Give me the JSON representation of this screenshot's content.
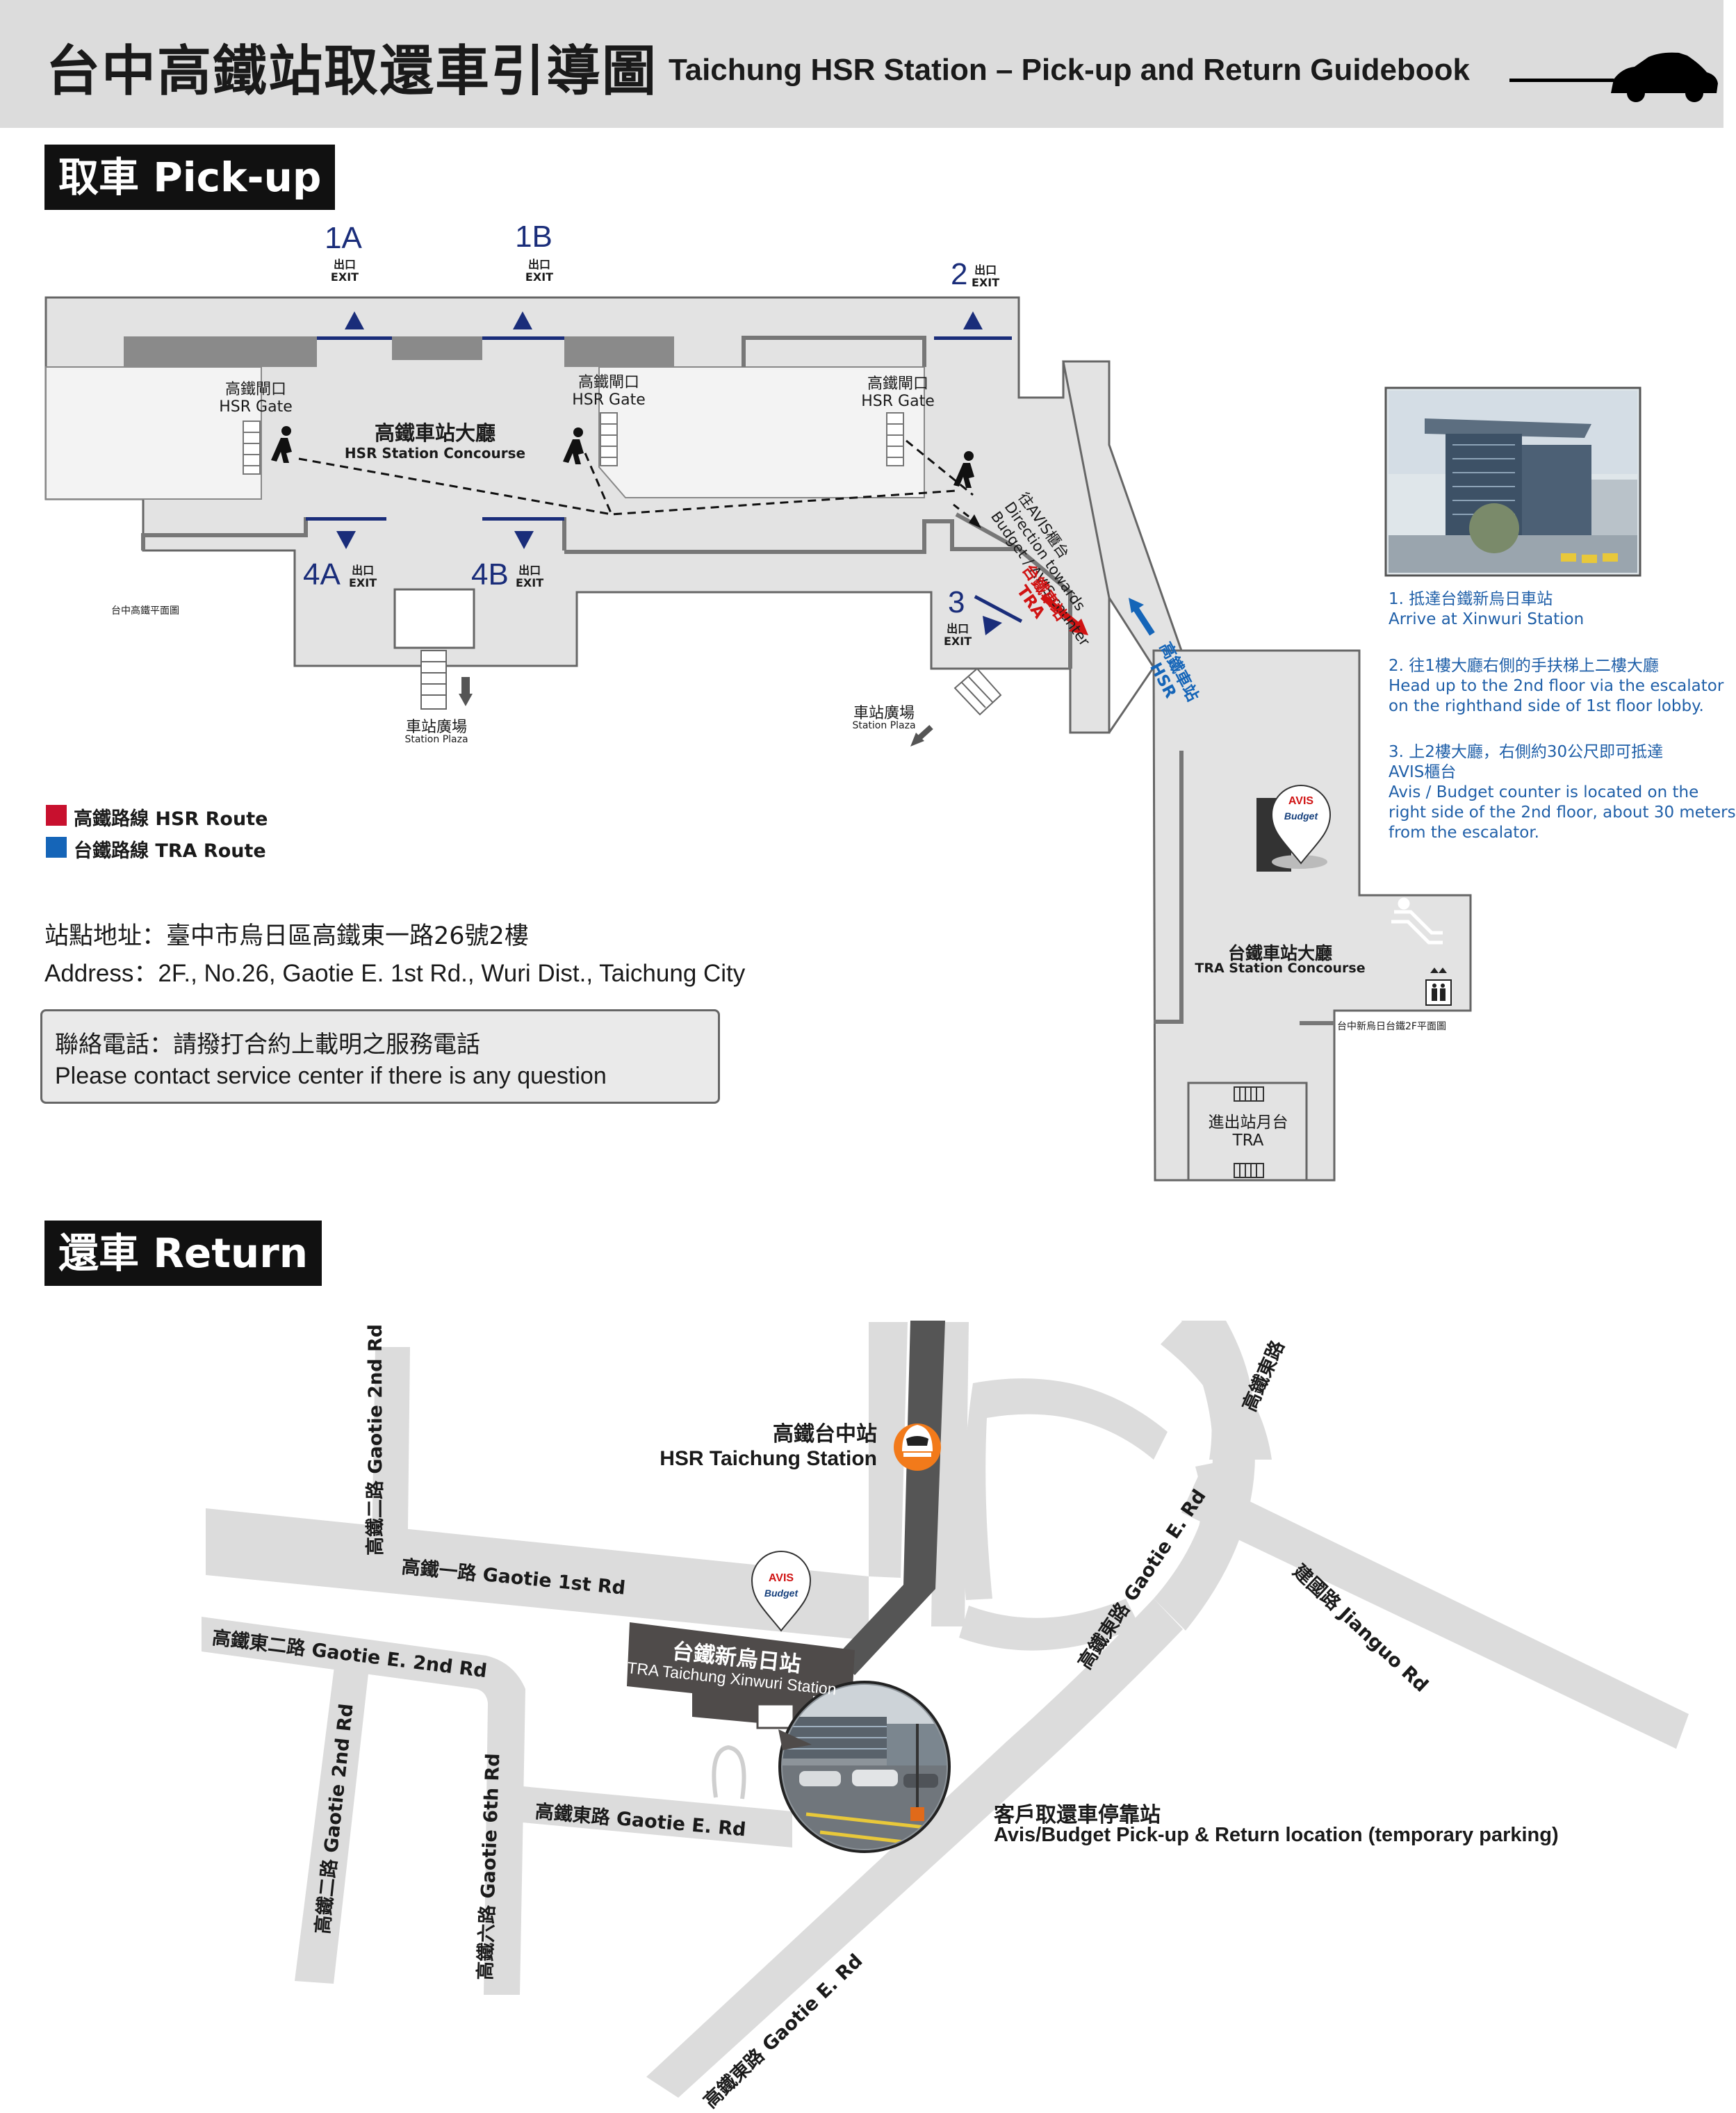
{
  "header": {
    "title_zh": "台中高鐵站取還車引導圖",
    "title_en": "Taichung HSR Station – Pick-up and Return Guidebook",
    "car_icon": "car-icon"
  },
  "pickup": {
    "label": "取車 Pick-up",
    "exits": {
      "e1a": "1A",
      "e1b": "1B",
      "e2": "2",
      "e3": "3",
      "e4a": "4A",
      "e4b": "4B",
      "exit_zh": "出口",
      "exit_en": "EXIT"
    },
    "gate_zh": "高鐵閘口",
    "gate_en": "HSR Gate",
    "concourse_zh": "高鐵車站大廳",
    "concourse_en": "HSR Station Concourse",
    "hsr_floorplan": "台中高鐵平面圖",
    "plaza_zh": "車站廣場",
    "plaza_en": "Station Plaza",
    "direction_zh": "往AVIS櫃台",
    "direction_en1": "Direction towards",
    "direction_en2": "Budget / AVIS counter",
    "tra_station_zh": "台鐵車站",
    "tra_station_en": "TRA",
    "hsr_arrow_zh": "高鐵車站",
    "hsr_arrow_en": "HSR",
    "tra_concourse_zh": "台鐵車站大廳",
    "tra_concourse_en": "TRA Station Concourse",
    "tra_floorplan": "台中新烏日台鐵2F平面圖",
    "platform_zh": "進出站月台",
    "platform_en": "TRA",
    "brand_avis": "AVIS",
    "brand_budget": "Budget",
    "steps": [
      {
        "zh": "1. 抵達台鐵新烏日車站",
        "en": "Arrive at Xinwuri Station"
      },
      {
        "zh": "2. 往1樓大廳右側的手扶梯上二樓大廳",
        "en1": "Head up to the 2nd floor via the escalator",
        "en2": "on the righthand side of 1st floor lobby."
      },
      {
        "zh1": "3. 上2樓大廳，右側約30公尺即可抵達",
        "zh2": "AVIS櫃台",
        "en1": "Avis / Budget counter is located on the",
        "en2": "right side of the 2nd floor, about 30 meters",
        "en3": "from the escalator."
      }
    ],
    "legend": [
      {
        "label": "高鐵路線 HSR Route",
        "color": "#c8102e"
      },
      {
        "label": "台鐵路線 TRA Route",
        "color": "#1565b8"
      }
    ],
    "address_zh": "站點地址：臺中市烏日區高鐵東一路26號2樓",
    "address_en": "Address：2F., No.26, Gaotie E. 1st Rd., Wuri Dist., Taichung City",
    "contact_zh": "聯絡電話：請撥打合約上載明之服務電話",
    "contact_en": "Please contact service center if there is any question"
  },
  "return": {
    "label": "還車 Return",
    "hsr_station_zh": "高鐵台中站",
    "hsr_station_en": "HSR Taichung Station",
    "tra_station_zh": "台鐵新烏日站",
    "tra_station_en": "TRA Taichung Xinwuri Station",
    "parking_zh": "客戶取還車停靠站",
    "parking_en": "Avis/Budget Pick-up & Return location (temporary parking)",
    "roads": {
      "gaotie1": "高鐵一路 Gaotie 1st Rd",
      "gaotie2_top": "高鐵二路 Gaotie 2nd Rd",
      "gaotie_e2": "高鐵東二路 Gaotie E. 2nd Rd",
      "gaotie2_left": "高鐵二路 Gaotie 2nd Rd",
      "gaotie6": "高鐵六路 Gaotie 6th Rd",
      "gaotie_e_mid": "高鐵東路 Gaotie E. Rd",
      "gaotie_e_bottom": "高鐵東路 Gaotie E. Rd",
      "gaotie_e_diag": "高鐵東路 Gaotie E. Rd",
      "gaotie_e_top": "高鐵東路",
      "jianguo": "建國路 Jianguo Rd"
    }
  }
}
